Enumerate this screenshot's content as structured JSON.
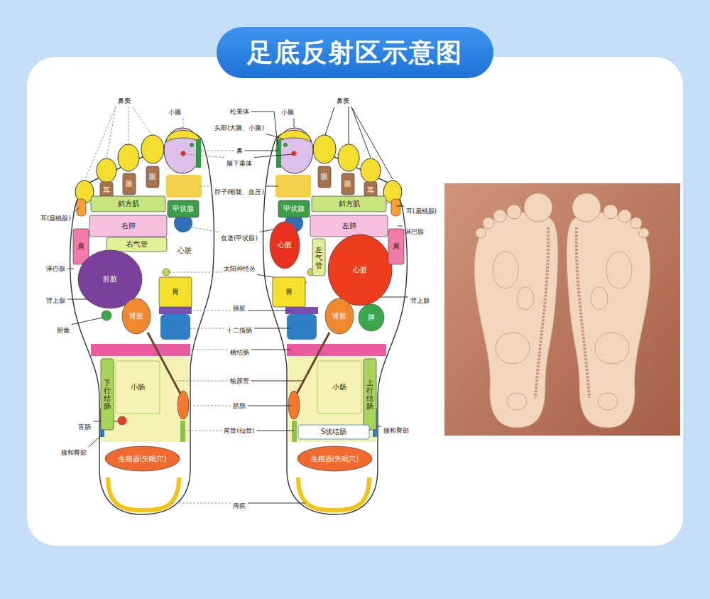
{
  "diagram": {
    "title": "足底反射区示意图",
    "nodes": [
      {
        "text": [
          "耳"
        ]
      },
      {
        "text": [
          "眼"
        ]
      },
      {
        "text": [
          "眼"
        ]
      },
      {
        "text": [
          "斜方肌"
        ]
      },
      {
        "text": [
          "甲状腺"
        ]
      },
      {
        "text": [
          "肩"
        ]
      },
      {
        "text": [
          "右肺"
        ]
      },
      {
        "text": [
          "右气管"
        ]
      },
      {
        "text": [
          "心脏"
        ]
      },
      {
        "text": [
          "肝脏"
        ]
      },
      {
        "text": [
          "胃"
        ]
      },
      {
        "text": [
          "肾脏"
        ]
      },
      {
        "text": [
          "下行结肠"
        ]
      },
      {
        "text": [
          "小肠"
        ]
      },
      {
        "text": [
          "生殖器(失眠穴)"
        ]
      },
      {
        "text": [
          "眼"
        ]
      },
      {
        "text": [
          "眼"
        ]
      },
      {
        "text": [
          "耳"
        ]
      },
      {
        "text": [
          "斜方肌"
        ]
      },
      {
        "text": [
          "甲状腺"
        ]
      },
      {
        "text": [
          "心脏"
        ]
      },
      {
        "text": [
          "左肺"
        ]
      },
      {
        "text": [
          "左气管"
        ]
      },
      {
        "text": [
          "心脏"
        ]
      },
      {
        "text": [
          "肩"
        ]
      },
      {
        "text": [
          "胃"
        ]
      },
      {
        "text": [
          "肾脏"
        ]
      },
      {
        "text": [
          "脾"
        ]
      },
      {
        "text": [
          "上行结肠"
        ]
      },
      {
        "text": [
          "小肠"
        ]
      },
      {
        "text": [
          "S状结肠"
        ]
      },
      {
        "text": [
          "生殖器(失眠穴)"
        ]
      }
    ],
    "labels": [
      "鼻窦",
      "小脑",
      "松果体",
      "小脑",
      "鼻窦",
      "头部(大脑、小脑)",
      "鼻",
      "脑下垂体",
      "脖子(喉咙、血压)",
      "耳(扁桃腺)",
      "耳(扁桃腺)",
      "淋巴腺",
      "食道(甲状腺)",
      "淋巴腺",
      "太阳神经丛",
      "肾上腺",
      "肾上腺",
      "胰脏",
      "十二指肠",
      "胆囊",
      "横结肠",
      "输尿管",
      "膀胱",
      "盲肠",
      "尾骨(仙骨)",
      "膝和臀部",
      "膝和臀部",
      "痔疾"
    ]
  }
}
